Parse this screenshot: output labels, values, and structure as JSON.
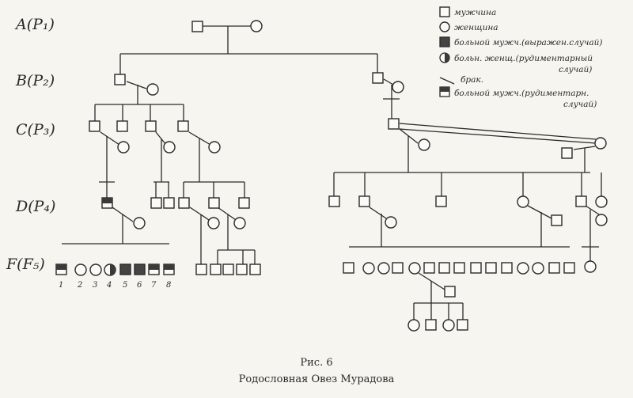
{
  "generations": [
    {
      "id": "A",
      "label": "A(P₁)"
    },
    {
      "id": "B",
      "label": "B(P₂)"
    },
    {
      "id": "C",
      "label": "C(P₃)"
    },
    {
      "id": "D",
      "label": "D(P₄)"
    },
    {
      "id": "F",
      "label": "F(F₅)"
    }
  ],
  "legend": {
    "male": "мужчина",
    "female": "женщина",
    "affected_male_1": "больной мужч.(выражен.случай)",
    "affected_female_1": "больн. женщ.(рудиментарный",
    "affected_female_2": "случай)",
    "marriage": "брак.",
    "rudimentary_male_1": "больной мужч.(рудиментарн.",
    "rudimentary_male_2": "случай)"
  },
  "individual_numbers": [
    "1",
    "2",
    "3",
    "4",
    "5",
    "6",
    "7",
    "8"
  ],
  "caption": {
    "figure": "Рис. 6",
    "title": "Родословная Овез Мурадова"
  }
}
